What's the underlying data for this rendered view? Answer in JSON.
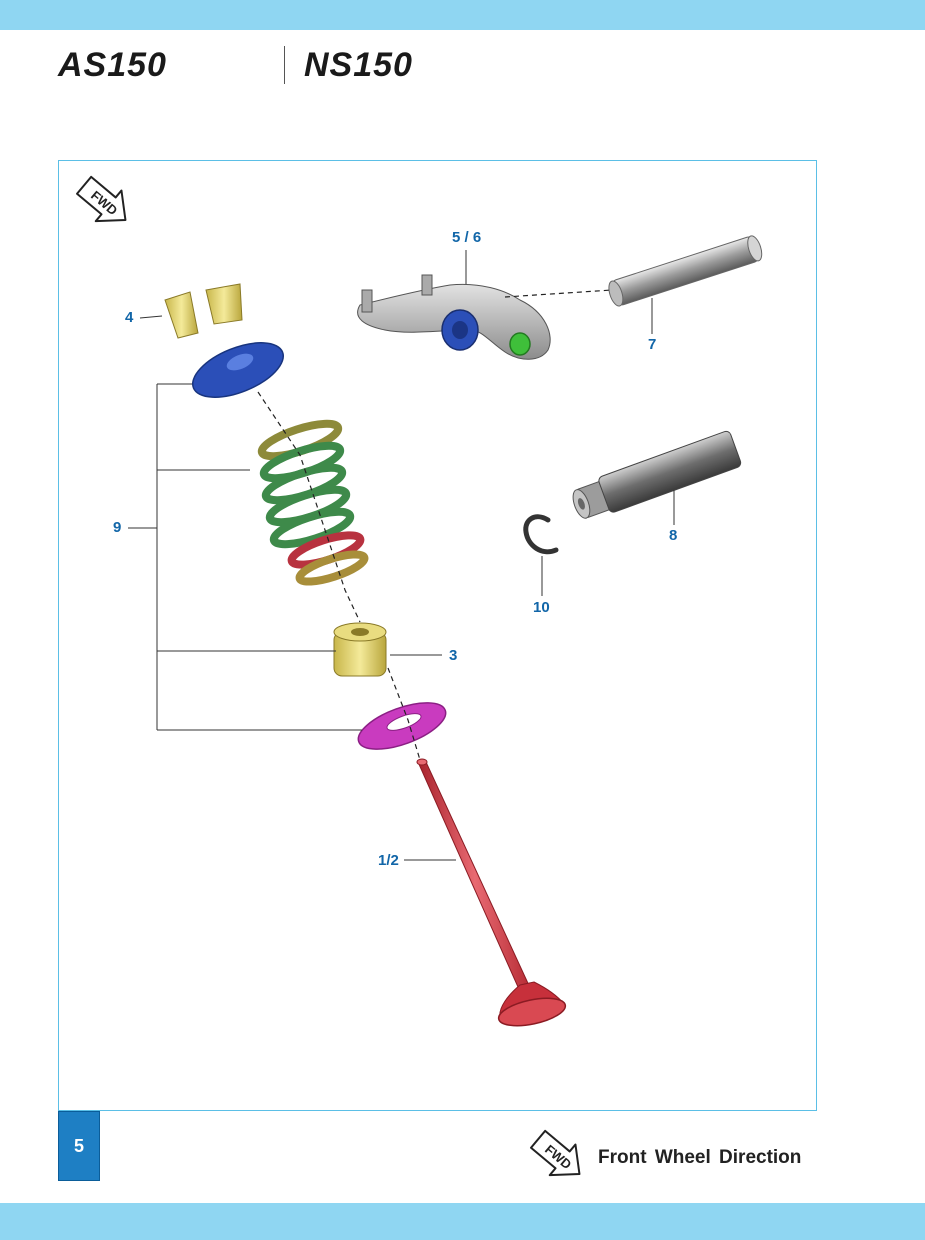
{
  "header": {
    "logo_left": "AS150",
    "logo_right": "NS150"
  },
  "icons": {
    "fwd_badge": "fwd-arrow-icon",
    "fwd_text": "FWD"
  },
  "colors": {
    "band": "#8fd6f2",
    "frame_border": "#5bbfe6",
    "callout_text": "#1266a8",
    "page_box": "#1e7fc4",
    "valve": "#d63c46",
    "spring": "#3e8a4a",
    "retainer": "#2b4fb8",
    "seat": "#c93bbf",
    "seal": "#e3d36a",
    "shaft": "#8a8a8a"
  },
  "callouts": {
    "c4": "4",
    "c56": "5 / 6",
    "c7": "7",
    "c8": "8",
    "c9": "9",
    "c10": "10",
    "c3": "3",
    "c12": "1/2"
  },
  "footer": {
    "page_number": "5",
    "legend_text": "Front Wheel Direction"
  }
}
